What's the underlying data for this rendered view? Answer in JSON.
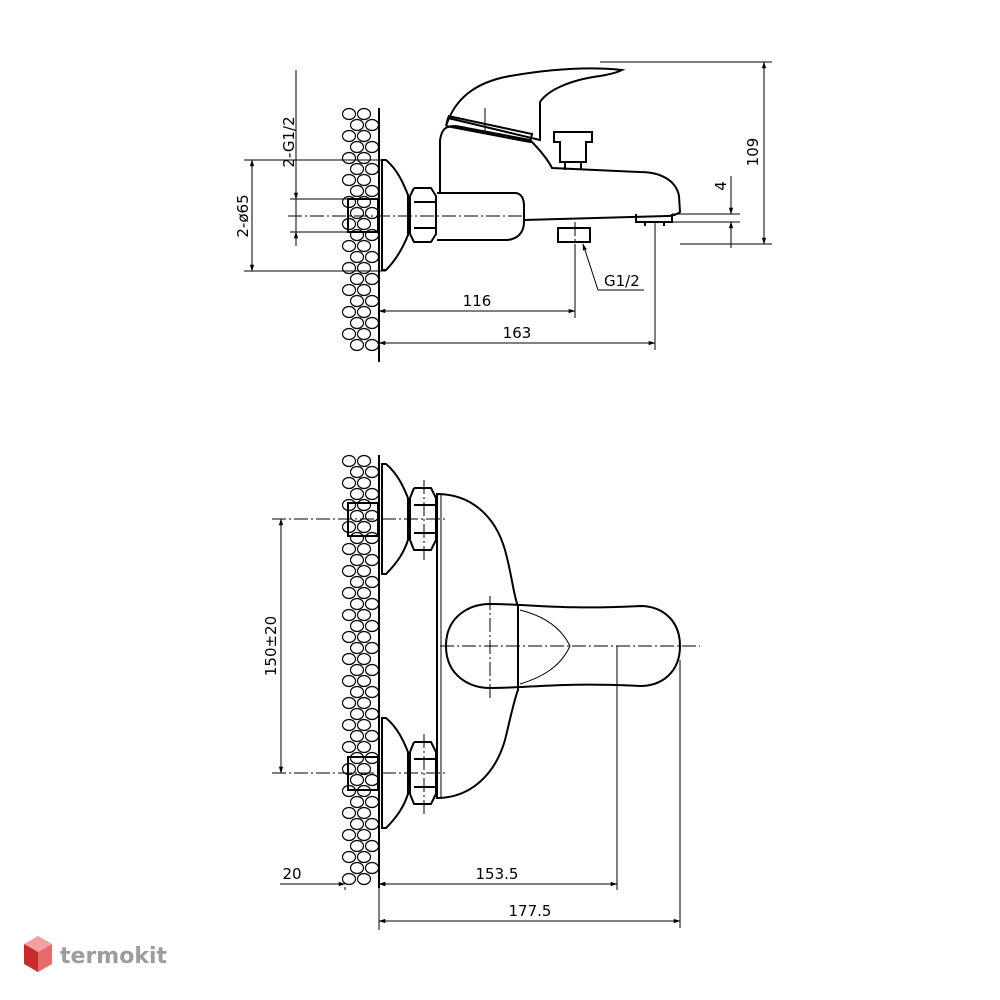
{
  "dimensions": {
    "top_view": {
      "connection_thread": "2-G1/2",
      "escutcheon_diameter": "2-ø65",
      "height": "109",
      "spout_offset": "4",
      "outlet_thread": "G1/2",
      "outlet_distance": "116",
      "spout_length": "163"
    },
    "front_view": {
      "center_distance": "150±20",
      "wall_offset": "20",
      "handle_axis_distance": "153.5",
      "overall_length": "177.5"
    }
  },
  "watermark": {
    "text": "termokit",
    "colors": {
      "top": "#f2a0a0",
      "right": "#e86a6a",
      "left": "#c92a2a"
    }
  }
}
